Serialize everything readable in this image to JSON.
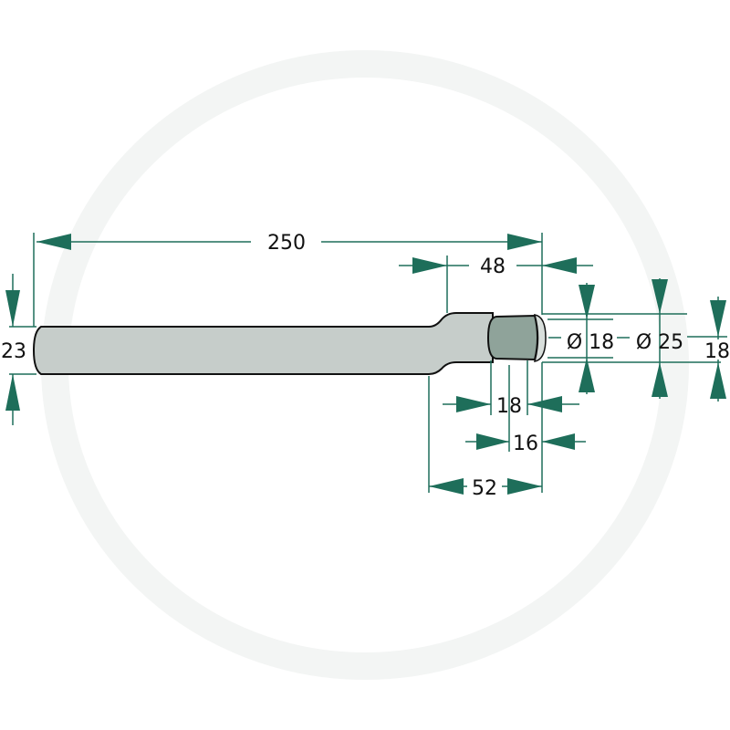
{
  "colors": {
    "dimension": "#1e6e5a",
    "shaft": "#c6cdca",
    "end": "#8fa39a",
    "outline": "#111111"
  },
  "dimensions": {
    "overall_length": "250",
    "reduced_length": "48",
    "pin_diameter": "Ø 18",
    "shoulder_diameter": "Ø 25",
    "end_height": "18",
    "shaft_diameter": "23",
    "end_length_a": "18",
    "end_length_b": "16",
    "taper_length": "52"
  }
}
